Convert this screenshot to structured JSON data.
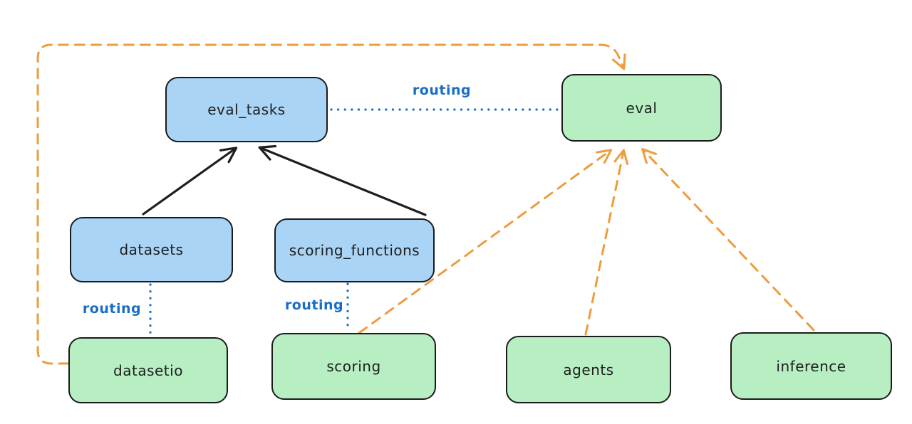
{
  "diagram": {
    "nodes": {
      "eval_tasks": {
        "label": "eval_tasks",
        "fill": "#a9d4f5"
      },
      "eval": {
        "label": "eval",
        "fill": "#b7efc2"
      },
      "datasets": {
        "label": "datasets",
        "fill": "#a9d4f5"
      },
      "scoring_functions": {
        "label": "scoring_functions",
        "fill": "#a9d4f5"
      },
      "datasetio": {
        "label": "datasetio",
        "fill": "#b7efc2"
      },
      "scoring": {
        "label": "scoring",
        "fill": "#b7efc2"
      },
      "agents": {
        "label": "agents",
        "fill": "#b7efc2"
      },
      "inference": {
        "label": "inference",
        "fill": "#b7efc2"
      }
    },
    "edges": [
      {
        "from": "datasets",
        "to": "eval_tasks",
        "style": "solid",
        "color": "#1e1e1e",
        "arrow": true,
        "label": ""
      },
      {
        "from": "scoring_functions",
        "to": "eval_tasks",
        "style": "solid",
        "color": "#1e1e1e",
        "arrow": true,
        "label": ""
      },
      {
        "from": "eval_tasks",
        "to": "eval",
        "style": "dotted",
        "color": "#1a6dc4",
        "arrow": false,
        "label": "routing"
      },
      {
        "from": "datasets",
        "to": "datasetio",
        "style": "dotted",
        "color": "#1a6dc4",
        "arrow": false,
        "label": "routing"
      },
      {
        "from": "scoring_functions",
        "to": "scoring",
        "style": "dotted",
        "color": "#1a6dc4",
        "arrow": false,
        "label": "routing"
      },
      {
        "from": "datasetio",
        "to": "eval",
        "style": "dashed",
        "color": "#ee9c3d",
        "arrow": true,
        "label": ""
      },
      {
        "from": "scoring",
        "to": "eval",
        "style": "dashed",
        "color": "#ee9c3d",
        "arrow": true,
        "label": ""
      },
      {
        "from": "agents",
        "to": "eval",
        "style": "dashed",
        "color": "#ee9c3d",
        "arrow": true,
        "label": ""
      },
      {
        "from": "inference",
        "to": "eval",
        "style": "dashed",
        "color": "#ee9c3d",
        "arrow": true,
        "label": ""
      }
    ],
    "colors": {
      "background": "#ffffff",
      "node_blue_fill": "#a9d4f5",
      "node_green_fill": "#b7efc2",
      "node_stroke": "#1b1b1b",
      "solid_arrow_black": "#1e1e1e",
      "dashed_arrow_orange": "#ee9c3d",
      "routing_blue": "#1a6dc4"
    }
  }
}
